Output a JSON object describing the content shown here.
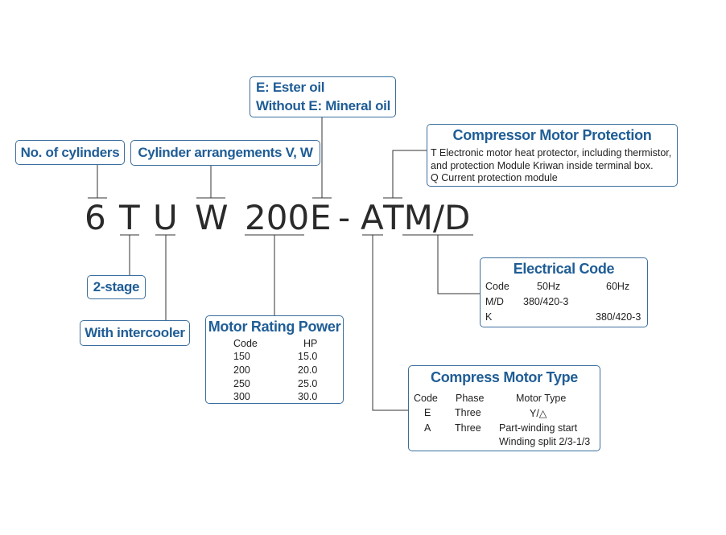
{
  "code": {
    "c6": "6",
    "cT": "T",
    "cU": "U",
    "cW": "W",
    "c200": "200",
    "cE": "E",
    "dash": "-",
    "cA": "A",
    "cTMD": "TM/D"
  },
  "oil": {
    "line1": "E: Ester oil",
    "line2": "Without E: Mineral oil"
  },
  "cylinders": {
    "label": "No. of cylinders"
  },
  "arrangements": {
    "label": "Cylinder arrangements V, W"
  },
  "protection": {
    "title": "Compressor Motor Protection",
    "line1": "T Electronic motor heat protector, including thermistor,",
    "line2": "and protection Module Kriwan inside terminal box.",
    "line3": "Q Current protection module"
  },
  "stage": {
    "label": "2-stage"
  },
  "intercooler": {
    "label": "With intercooler"
  },
  "rating": {
    "title": "Motor Rating Power",
    "headers": [
      "Code",
      "HP"
    ],
    "rows": [
      [
        "150",
        "15.0"
      ],
      [
        "200",
        "20.0"
      ],
      [
        "250",
        "25.0"
      ],
      [
        "300",
        "30.0"
      ]
    ]
  },
  "electrical": {
    "title": "Electrical Code",
    "headers": [
      "Code",
      "50Hz",
      "60Hz"
    ],
    "rows": [
      [
        "M/D",
        "380/420-3",
        ""
      ],
      [
        "K",
        "",
        "380/420-3"
      ]
    ]
  },
  "motor_type": {
    "title": "Compress Motor Type",
    "headers": [
      "Code",
      "Phase",
      "Motor Type"
    ],
    "rows": [
      [
        "E",
        "Three",
        "Y/△"
      ],
      [
        "A",
        "Three",
        "Part-winding start"
      ],
      [
        "",
        "",
        "Winding split 2/3-1/3"
      ]
    ]
  },
  "colors": {
    "accent": "#1f5d96",
    "border": "#3b6e9e",
    "line": "#333333"
  }
}
